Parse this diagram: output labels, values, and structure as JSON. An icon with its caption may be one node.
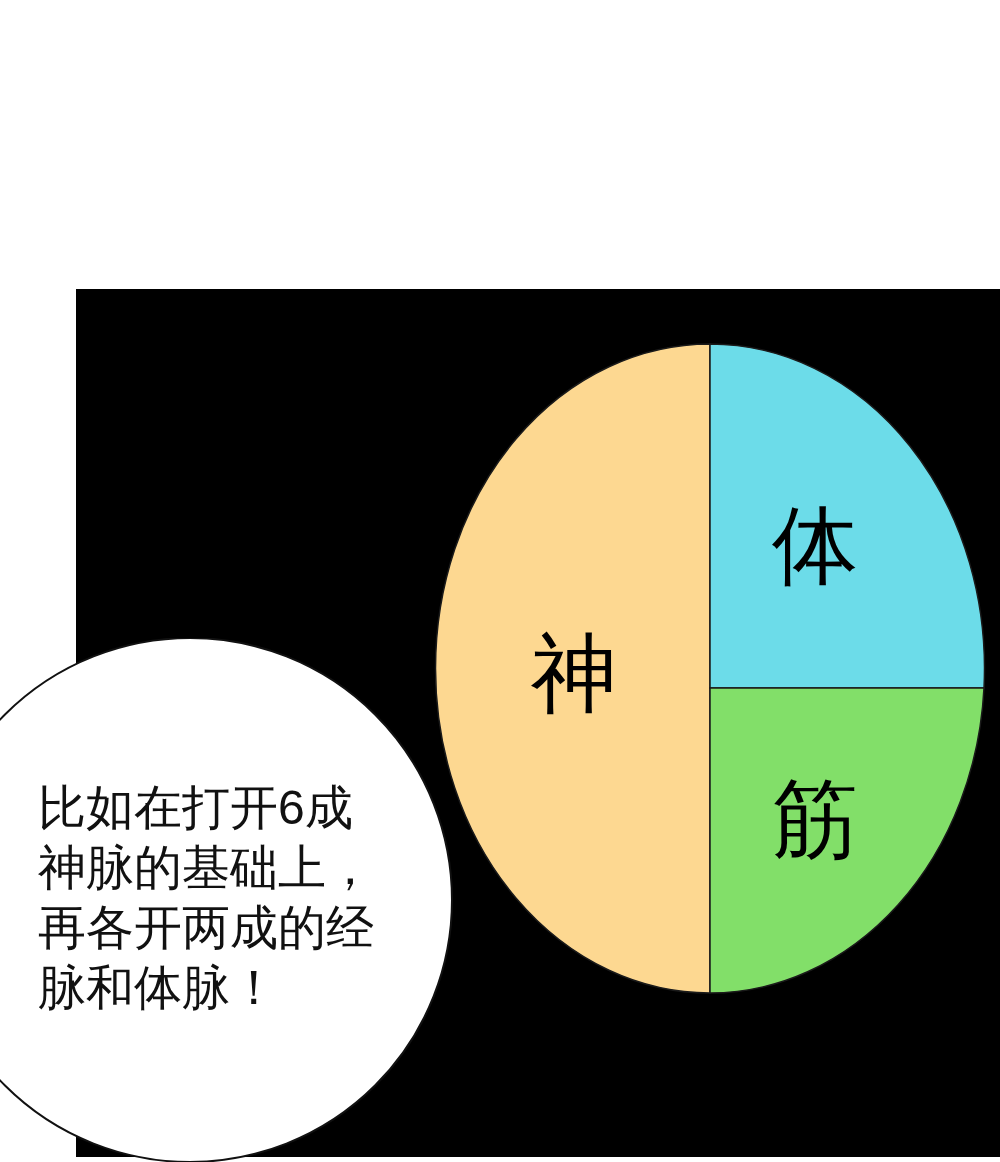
{
  "diagram": {
    "nodes": [
      {
        "text": [
          "神"
        ]
      },
      {
        "text": [
          "体"
        ]
      },
      {
        "text": [
          "筋"
        ]
      },
      {
        "text": [
          "比如在打开6成神脉的基础上，再各开两成的经脉和体脉！"
        ]
      }
    ]
  }
}
